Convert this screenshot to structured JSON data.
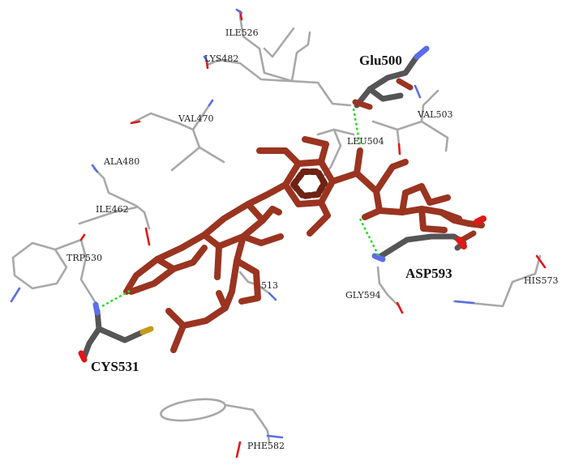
{
  "colors": {
    "background": "#ffffff",
    "ligand": "#9a3420",
    "ligand_dark": "#6e2213",
    "residue_gray": "#a8a8a8",
    "stick_dark": "#555555",
    "oxygen": "#e01818",
    "nitrogen": "#5a6ee6",
    "sulfur": "#c49a1a",
    "hbond": "#22dd22"
  },
  "labels": {
    "ile526": "ILE526",
    "lys482": "LYS482",
    "glu500": "Glu500",
    "val503": "VAL503",
    "val470": "VAL470",
    "leu504": "LEU504",
    "ala480": "ALA480",
    "ile462": "ILE462",
    "trp530": "TRP530",
    "res513": "513",
    "asp593": "ASP593",
    "gly594": "GLY594",
    "his573": "HIS573",
    "cys531": "CYS531",
    "phe582": "PHE582"
  },
  "icons": [
    "ligand-molecule",
    "residue-stick",
    "hydrogen-bond"
  ]
}
